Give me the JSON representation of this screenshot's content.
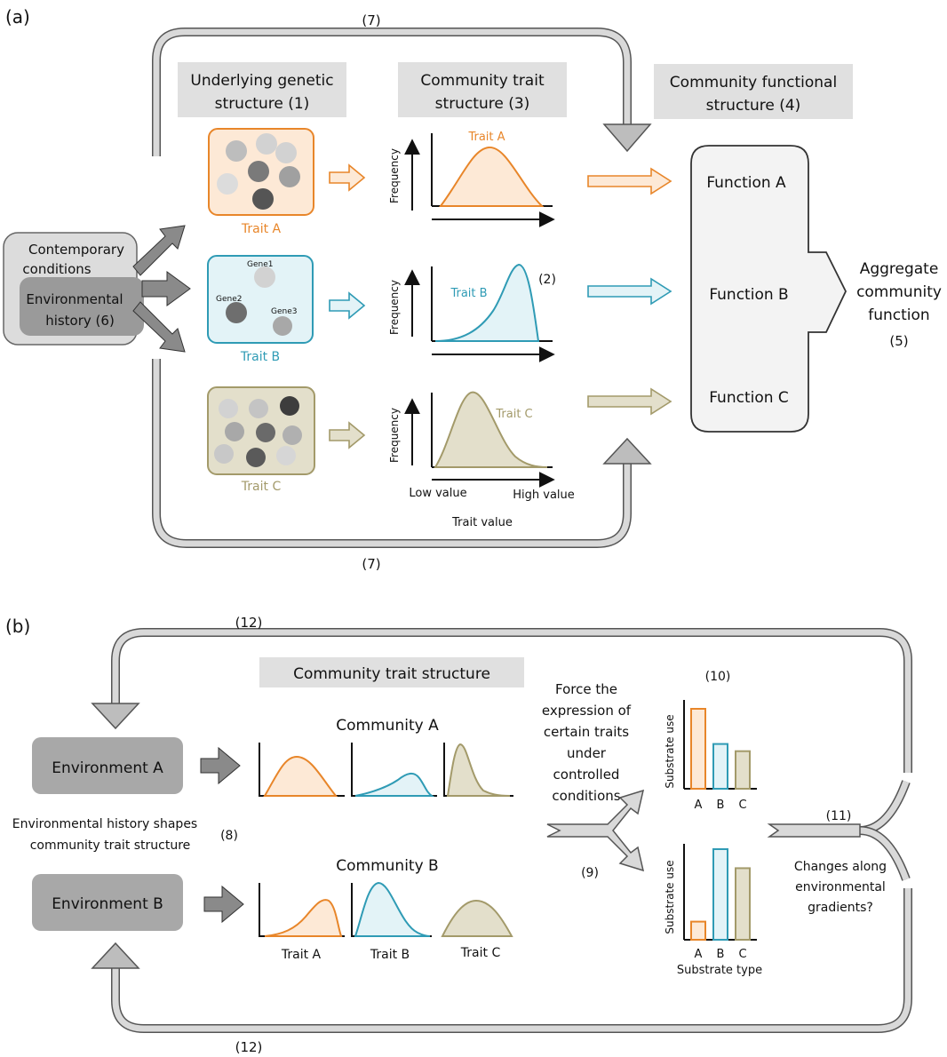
{
  "panel_a": {
    "label": "(a)",
    "loop_top_label": "(7)",
    "loop_bottom_label": "(7)",
    "genetic_header_line1": "Underlying genetic",
    "genetic_header_line2": "structure  (1)",
    "trait_header_line1": "Community trait",
    "trait_header_line2": "structure  (3)",
    "functional_header_line1": "Community functional",
    "functional_header_line2": "structure (4)",
    "contemporary_line1": "Contemporary",
    "contemporary_line2": "conditions",
    "env_history_line1": "Environmental",
    "env_history_line2": "history (6)",
    "trait_a": "Trait A",
    "trait_b": "Trait B",
    "trait_c": "Trait C",
    "gene1": "Gene1",
    "gene2": "Gene2",
    "gene3": "Gene3",
    "curve_a_label": "Trait A",
    "curve_b_label": "Trait B",
    "curve_c_label": "Trait C",
    "curve_b_note": "(2)",
    "frequency": "Frequency",
    "low_value": "Low value",
    "high_value": "High value",
    "trait_value": "Trait value",
    "function_a": "Function A",
    "function_b": "Function B",
    "function_c": "Function C",
    "aggregate_line1": "Aggregate",
    "aggregate_line2": "community",
    "aggregate_line3": "function",
    "aggregate_note": "(5)"
  },
  "panel_b": {
    "label": "(b)",
    "loop_top_label": "(12)",
    "loop_bottom_label": "(12)",
    "trait_header": "Community trait structure",
    "environment_a": "Environment A",
    "environment_b": "Environment B",
    "env_shapes_line1": "Environmental history shapes",
    "env_shapes_line2": "community trait structure",
    "env_shapes_note": "(8)",
    "community_a": "Community A",
    "community_b": "Community B",
    "trait_a": "Trait A",
    "trait_b": "Trait B",
    "trait_c": "Trait C",
    "force_line1": "Force the",
    "force_line2": "expression of",
    "force_line3": "certain traits",
    "force_line4": "under",
    "force_line5": "controlled",
    "force_line6": "conditions",
    "force_note": "(9)",
    "substrate_note": "(10)",
    "substrate_use": "Substrate use",
    "substrate_type": "Substrate type",
    "bar_categories": [
      "A",
      "B",
      "C"
    ],
    "changes_note": "(11)",
    "changes_line1": "Changes along",
    "changes_line2": "environmental",
    "changes_line3": "gradients?"
  },
  "substrate_bars": {
    "top": [
      1.0,
      0.56,
      0.47
    ],
    "bottom": [
      0.2,
      1.0,
      0.79
    ]
  },
  "colors": {
    "orange": "#e8862a",
    "blue": "#2f9bb5",
    "olive": "#a39a6a",
    "orange_fill": "#fde9d6",
    "blue_fill": "#e3f3f7",
    "olive_fill": "#e3dfcb",
    "header_gray": "#e0e0e0",
    "arrow_gray": "#a8a8a8",
    "env_box_gray": "#a8a8a8"
  }
}
